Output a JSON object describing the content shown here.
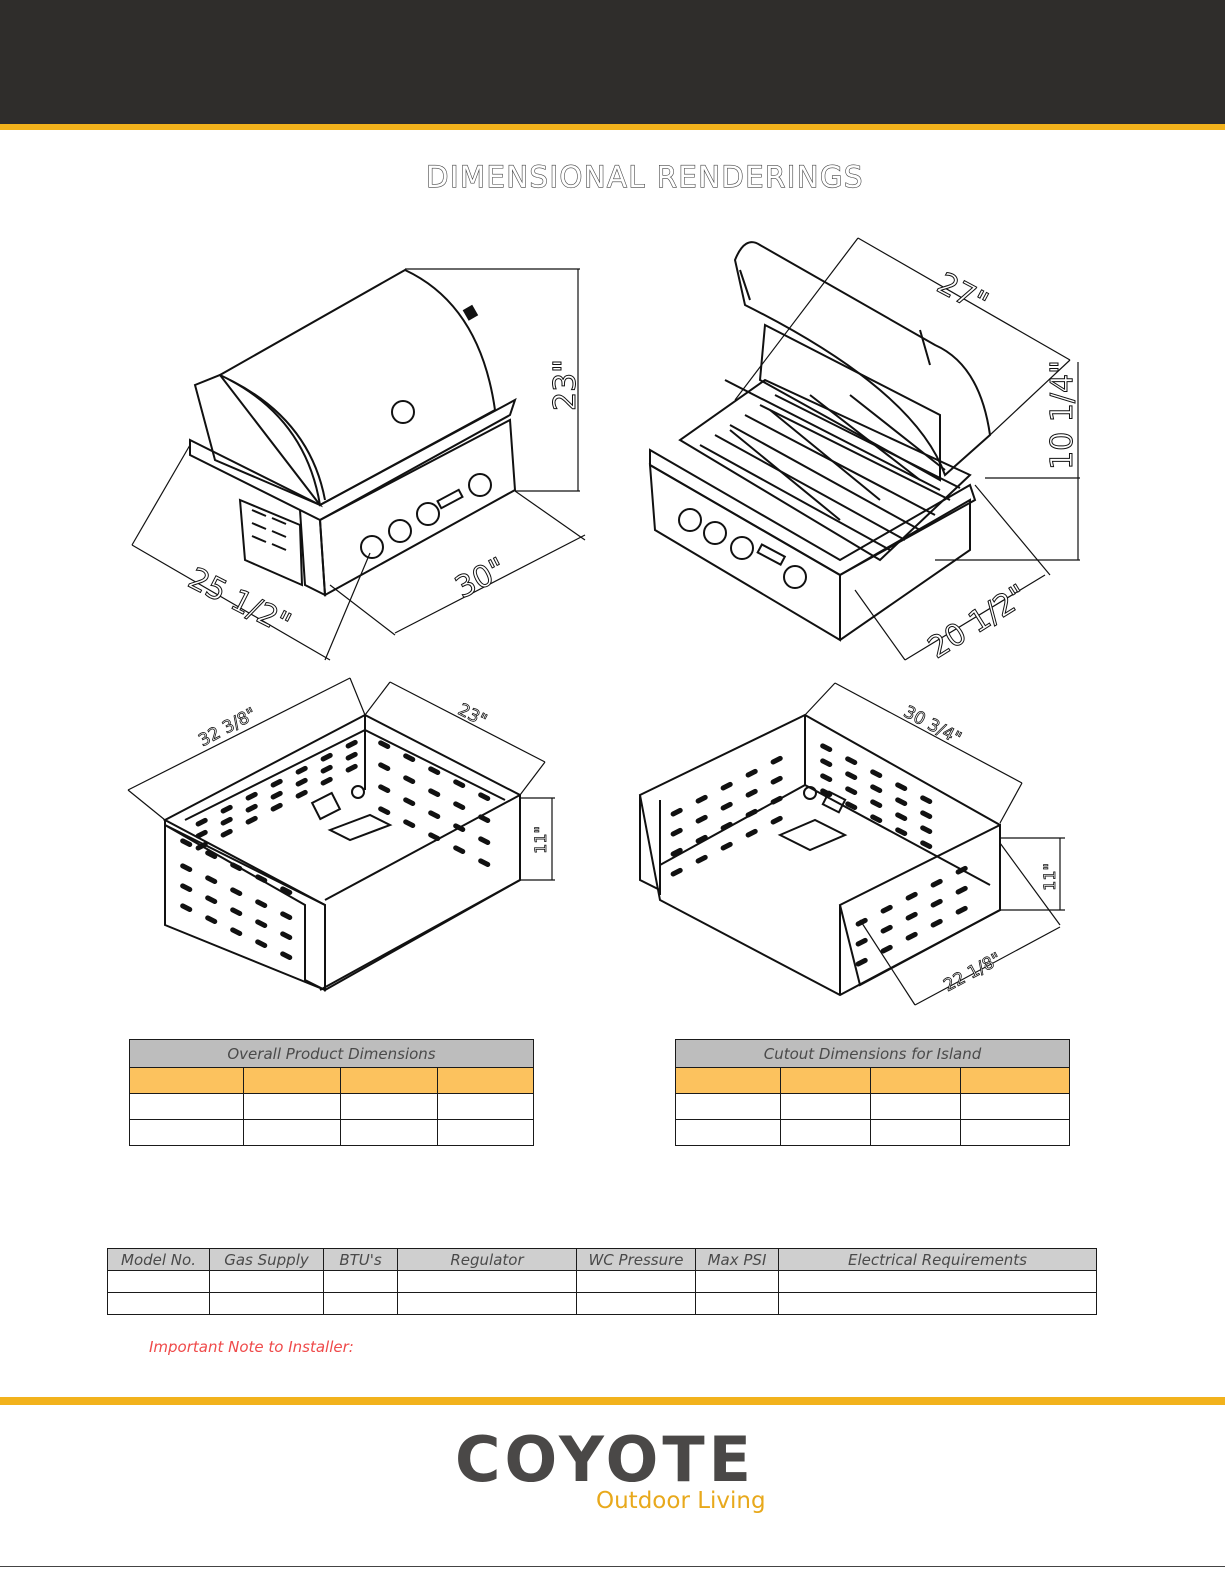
{
  "header": {
    "title": "DIMENSIONAL RENDERINGS"
  },
  "renderings": {
    "grill_closed": {
      "depth": "25 1/2\"",
      "width": "30\"",
      "height": "23\""
    },
    "grill_open": {
      "hood_depth": "27\"",
      "lid_height": "10 1/4\"",
      "depth": "20 1/2\""
    },
    "island_left": {
      "width": "32 3/8\"",
      "depth": "23\"",
      "height": "11\""
    },
    "island_right": {
      "width": "30 3/4\"",
      "depth": "22 1/8\"",
      "height": "11\""
    }
  },
  "overall_table": {
    "title": "Overall Product Dimensions"
  },
  "cutout_table": {
    "title": "Cutout Dimensions for Island"
  },
  "spec_table": {
    "headers": [
      "Model No.",
      "Gas Supply",
      "BTU's",
      "Regulator",
      "WC Pressure",
      "Max PSI",
      "Electrical Requirements"
    ]
  },
  "note": {
    "label": "Important Note to Installer:"
  },
  "footer": {
    "brand": "COYOTE",
    "tagline": "Outdoor Living"
  },
  "colors": {
    "accent": "#f2b21c",
    "header_bg": "#2f2d2b",
    "table_orange": "#fcc25e",
    "note_red": "#ef4a4a"
  }
}
